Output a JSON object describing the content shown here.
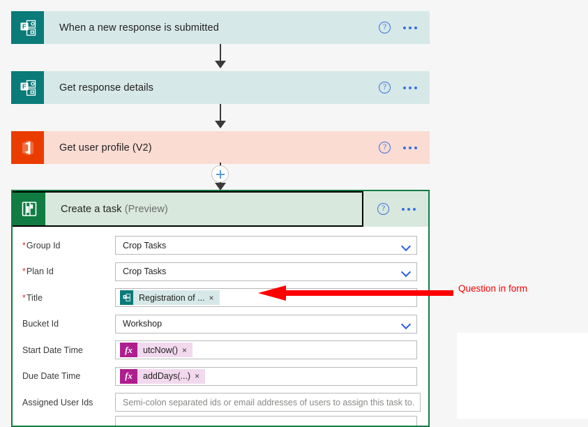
{
  "canvas": {
    "background_color": "#f6f6f6",
    "panel_color": "#ffffff"
  },
  "flow": {
    "steps": [
      {
        "title": "When a new response is submitted",
        "connector": "microsoft-forms",
        "icon_name": "microsoft-forms-icon",
        "header_color": "#d6e9e8",
        "icon_color": "#0a7b79",
        "help_icon": "help-circle-icon",
        "menu_icon": "more-options-icon"
      },
      {
        "title": "Get response details",
        "connector": "microsoft-forms",
        "icon_name": "microsoft-forms-icon",
        "header_color": "#d6e9e8",
        "icon_color": "#0a7b79",
        "help_icon": "help-circle-icon",
        "menu_icon": "more-options-icon"
      },
      {
        "title": "Get user profile (V2)",
        "connector": "office-365-users",
        "icon_name": "office-365-icon",
        "header_color": "#fadcd3",
        "icon_color": "#eb3c00",
        "help_icon": "help-circle-icon",
        "menu_icon": "more-options-icon"
      }
    ],
    "insert_step_button": "add-step-icon"
  },
  "selected_card": {
    "title": "Create a task",
    "title_suffix": "(Preview)",
    "connector": "microsoft-planner",
    "icon_name": "microsoft-planner-icon",
    "accent_color": "#107c41",
    "header_color": "#d8e8dd",
    "help_icon": "help-circle-icon",
    "menu_icon": "more-options-icon",
    "fields": [
      {
        "label": "Group Id",
        "required": true,
        "type": "dropdown",
        "value": "Crop Tasks"
      },
      {
        "label": "Plan Id",
        "required": true,
        "type": "dropdown",
        "value": "Crop Tasks"
      },
      {
        "label": "Title",
        "required": true,
        "type": "token",
        "token_label": "Registration of ...",
        "token_icon": "microsoft-forms-icon",
        "token_remove": "×"
      },
      {
        "label": "Bucket Id",
        "required": false,
        "type": "dropdown",
        "value": "Workshop"
      },
      {
        "label": "Start Date Time",
        "required": false,
        "type": "expression",
        "token_label": "utcNow()",
        "token_icon": "fx-icon",
        "token_badge": "fx",
        "token_remove": "×"
      },
      {
        "label": "Due Date Time",
        "required": false,
        "type": "expression",
        "token_label": "addDays(...)",
        "token_icon": "fx-icon",
        "token_badge": "fx",
        "token_remove": "×"
      },
      {
        "label": "Assigned User Ids",
        "required": false,
        "type": "text",
        "placeholder": "Semi-colon separated ids or email addresses of users to assign this task to."
      }
    ]
  },
  "annotation": {
    "text": "Question in form",
    "color": "#ff0000",
    "arrow_name": "red-pointer-arrow"
  }
}
